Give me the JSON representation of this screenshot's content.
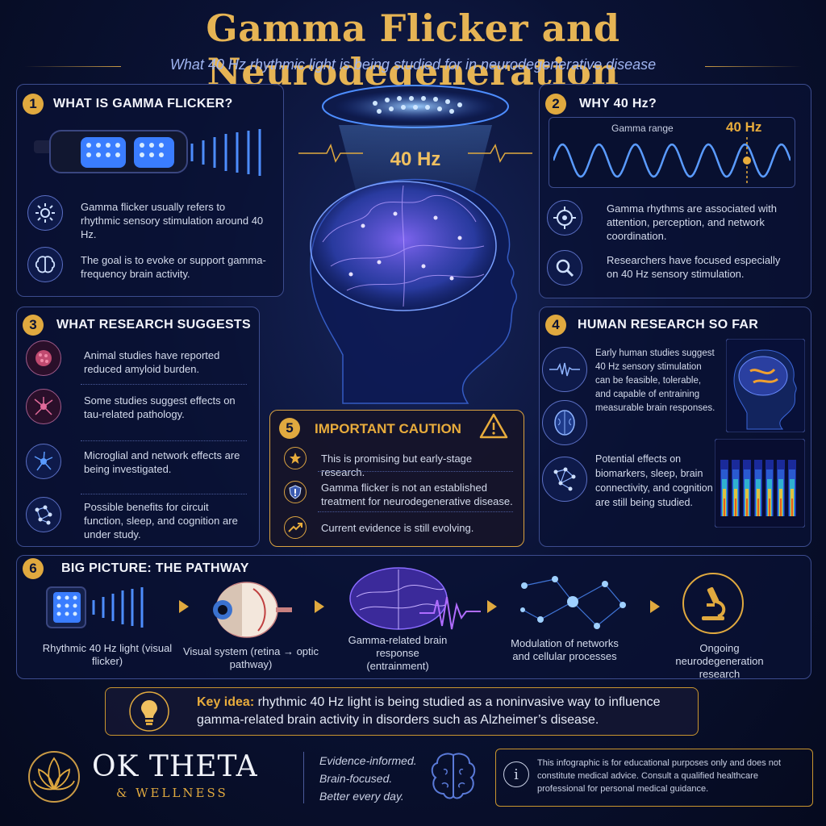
{
  "header": {
    "title": "Gamma Flicker and Neurodegeneration",
    "subtitle": "What 40 Hz rhythmic light is being studied for in neurodegenerative disease"
  },
  "center": {
    "freq_label": "40 Hz"
  },
  "s1": {
    "num": "1",
    "title": "WHAT IS GAMMA FLICKER?",
    "p1": "Gamma flicker usually refers to rhythmic sensory stimulation around 40 Hz.",
    "p2": "The goal is to evoke or support gamma-frequency brain activity."
  },
  "s2": {
    "num": "2",
    "title": "WHY 40 Hz?",
    "wave_label": "Gamma range",
    "wave_marker": "40 Hz",
    "p1": "Gamma rhythms are associated with attention, perception, and network coordination.",
    "p2": "Researchers have focused especially on 40 Hz sensory stimulation."
  },
  "s3": {
    "num": "3",
    "title": "WHAT RESEARCH SUGGESTS",
    "items": [
      "Animal studies have reported reduced amyloid burden.",
      "Some studies suggest effects on tau-related pathology.",
      "Microglial and network effects are being investigated.",
      "Possible benefits for circuit function, sleep, and cognition are under study."
    ]
  },
  "s4": {
    "num": "4",
    "title": "HUMAN RESEARCH SO FAR",
    "p1": "Early human studies suggest 40 Hz sensory stimulation can be feasible, tolerable, and capable of entraining measurable brain responses.",
    "p2": "Potential effects on biomarkers, sleep, brain connectivity, and cognition are still being studied."
  },
  "s5": {
    "num": "5",
    "title": "IMPORTANT CAUTION",
    "items": [
      "This is promising but early-stage research.",
      "Gamma flicker is not an established treatment for neurodegenerative disease.",
      "Current evidence is still evolving."
    ]
  },
  "s6": {
    "num": "6",
    "title": "BIG PICTURE: THE PATHWAY",
    "steps": [
      "Rhythmic 40 Hz light (visual flicker)",
      "Visual system (retina → optic pathway)",
      "Gamma-related brain response (entrainment)",
      "Modulation of networks and cellular processes",
      "Ongoing neurodegeneration research"
    ]
  },
  "key": {
    "label": "Key idea:",
    "text": "rhythmic 40 Hz light is being studied as a noninvasive way to influence gamma-related brain activity in disorders such as Alzheimer’s disease."
  },
  "footer": {
    "brand1": "OK THETA",
    "brand2": "& WELLNESS",
    "tag1": "Evidence-informed.",
    "tag2": "Brain-focused.",
    "tag3": "Better every day.",
    "disclaimer": "This infographic is for educational purposes only and does not constitute medical advice. Consult a qualified healthcare professional for personal medical guidance."
  },
  "colors": {
    "gold": "#e0a93f",
    "navy": "#0a1234",
    "blue_glow": "#4d8dff",
    "purple": "#8a5cff"
  }
}
